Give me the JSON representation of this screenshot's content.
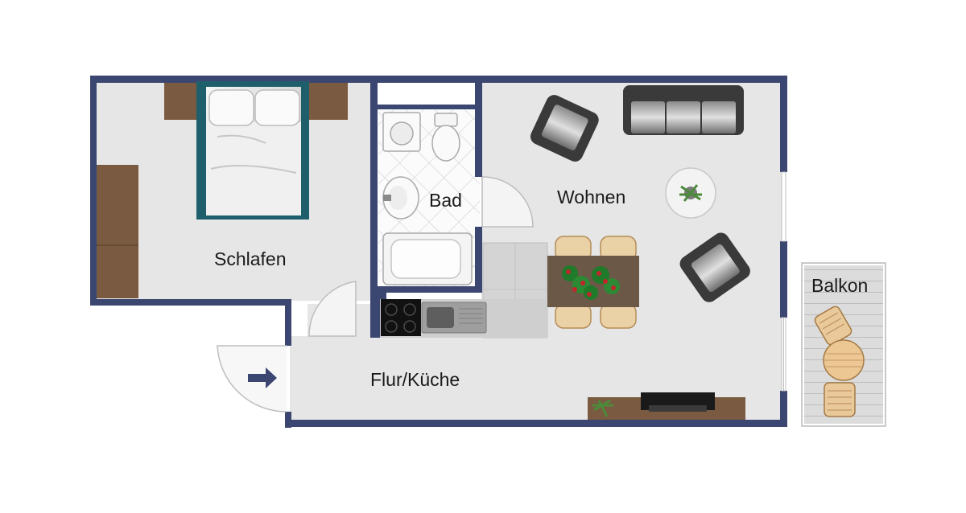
{
  "rooms": {
    "schlafen": "Schlafen",
    "bad": "Bad",
    "wohnen": "Wohnen",
    "flur_kueche": "Flur/Küche",
    "balkon": "Balkon"
  },
  "colors": {
    "wall": "#3b4770",
    "floor": "#e6e6e7",
    "wood": "#7a5a40",
    "sofa": "#3a3a3a",
    "plant": "#c0262b",
    "balcony_deck": "#d9d9d9"
  },
  "icons": {
    "entrance": "arrow-right-icon"
  }
}
